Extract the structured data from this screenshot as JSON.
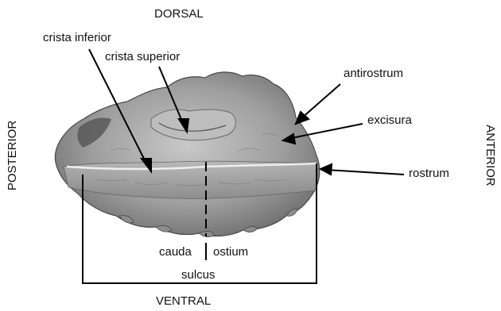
{
  "orientation": {
    "dorsal": "DORSAL",
    "ventral": "VENTRAL",
    "posterior": "POSTERIOR",
    "anterior": "ANTERIOR"
  },
  "labels": {
    "crista_inferior": "crista inferior",
    "crista_superior": "crista superior",
    "antirostrum": "antirostrum",
    "excisura": "excisura",
    "rostrum": "rostrum",
    "cauda": "cauda",
    "ostium": "ostium",
    "sulcus": "sulcus"
  },
  "colors": {
    "otolith_light": "#cfcfcf",
    "otolith_mid": "#9a9a9a",
    "otolith_dark": "#5a5a5a",
    "line": "#000000"
  }
}
